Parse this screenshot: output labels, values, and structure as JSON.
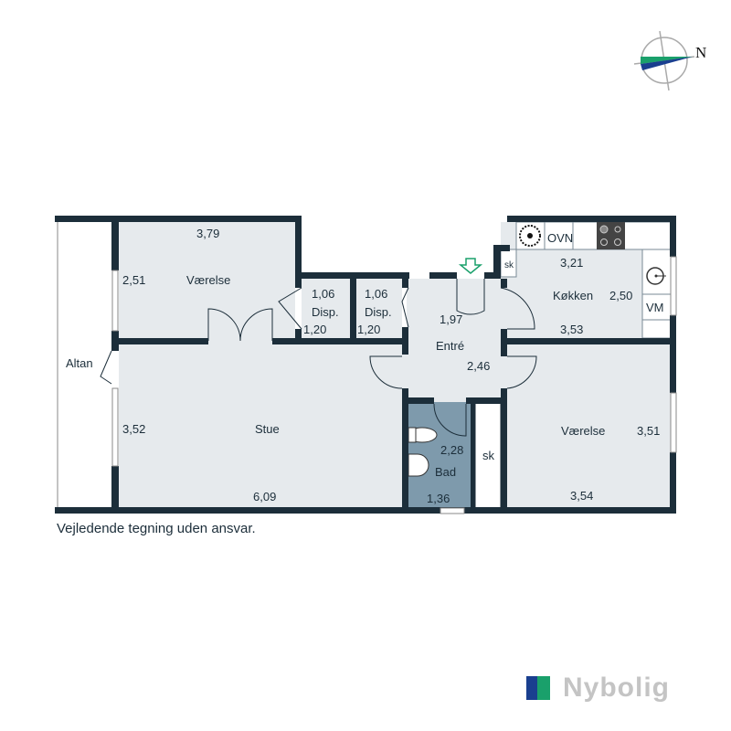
{
  "colors": {
    "wall": "#1c2e3a",
    "floor": "#e6eaed",
    "bath": "#7e9aac",
    "arrow": "#1aa06b",
    "logo_blue": "#1a3f8f",
    "logo_green": "#1aa06b"
  },
  "compass": {
    "label": "N"
  },
  "rooms": {
    "altan": {
      "name": "Altan"
    },
    "vaerelse1": {
      "name": "Værelse",
      "width": "3,79",
      "depth": "2,51"
    },
    "disp1": {
      "name": "Disp.",
      "width": "1,06",
      "depth": "1,20"
    },
    "disp2": {
      "name": "Disp.",
      "width": "1,06",
      "depth": "1,20"
    },
    "entre": {
      "name": "Entré",
      "width": "1,97",
      "depth": "2,46"
    },
    "kokken": {
      "name": "Køkken",
      "width": "3,21",
      "depth": "2,50",
      "width2": "3,53",
      "oven": "OVN",
      "closet": "sk",
      "washer": "VM"
    },
    "stue": {
      "name": "Stue",
      "width": "6,09",
      "depth": "3,52"
    },
    "bad": {
      "name": "Bad",
      "width": "1,36",
      "depth": "2,28"
    },
    "closet": {
      "name": "sk"
    },
    "vaerelse2": {
      "name": "Værelse",
      "width": "3,54",
      "depth": "3,51"
    }
  },
  "disclaimer": "Vejledende tegning uden ansvar.",
  "logo": {
    "text": "Nybolig"
  }
}
